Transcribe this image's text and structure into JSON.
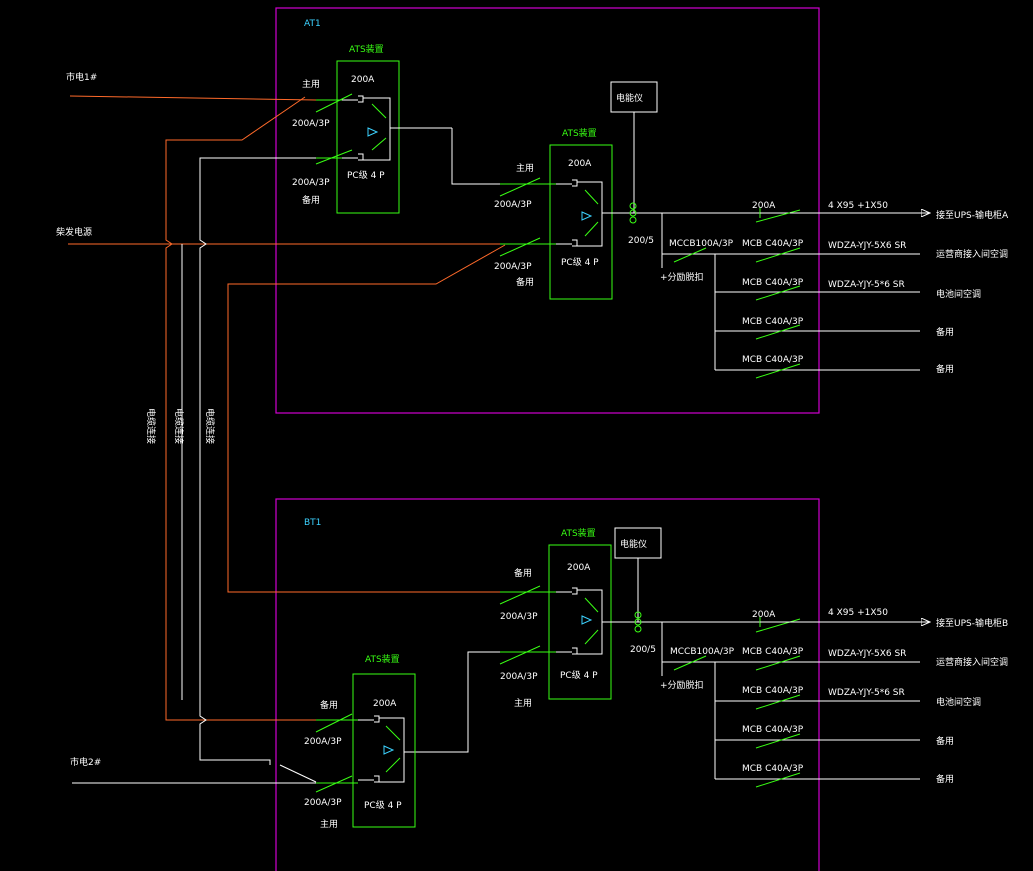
{
  "panels": [
    {
      "name": "AT1",
      "ats1": {
        "title": "ATS装置",
        "rating": "200A",
        "model": "PC级 4 P",
        "main_label": "主用",
        "backup_label": "备用",
        "main_breaker": "200A/3P",
        "backup_breaker": "200A/3P"
      },
      "ats2": {
        "title": "ATS装置",
        "rating": "200A",
        "model": "PC级 4 P",
        "main_label": "主用",
        "backup_label": "备用",
        "main_breaker": "200A/3P",
        "backup_breaker": "200A/3P"
      },
      "meter": "电能仪",
      "ct": "200/5",
      "mccb": "MCCB100A/3P",
      "spd": "+分励脱扣",
      "outgoing": [
        {
          "breaker": "200A",
          "cable": "4 X95 +1X50",
          "dest": "接至UPS-输电柜A"
        },
        {
          "breaker": "MCB C40A/3P",
          "cable": "WDZA-YJY-5X6 SR",
          "dest": "运营商接入间空调"
        },
        {
          "breaker": "MCB C40A/3P",
          "cable": "WDZA-YJY-5*6 SR",
          "dest": "电池间空调"
        },
        {
          "breaker": "MCB C40A/3P",
          "cable": "",
          "dest": "备用"
        },
        {
          "breaker": "MCB C40A/3P",
          "cable": "",
          "dest": "备用"
        }
      ]
    },
    {
      "name": "BT1",
      "ats1": {
        "title": "ATS装置",
        "rating": "200A",
        "model": "PC级 4 P",
        "main_label": "主用",
        "backup_label": "备用",
        "main_breaker": "200A/3P",
        "backup_breaker": "200A/3P"
      },
      "ats2": {
        "title": "ATS装置",
        "rating": "200A",
        "model": "PC级 4 P",
        "main_label": "主用",
        "backup_label": "备用",
        "main_breaker": "200A/3P",
        "backup_breaker": "200A/3P"
      },
      "meter": "电能仪",
      "ct": "200/5",
      "mccb": "MCCB100A/3P",
      "spd": "+分励脱扣",
      "outgoing": [
        {
          "breaker": "200A",
          "cable": "4 X95 +1X50",
          "dest": "接至UPS-输电柜B"
        },
        {
          "breaker": "MCB C40A/3P",
          "cable": "WDZA-YJY-5X6 SR",
          "dest": "运营商接入间空调"
        },
        {
          "breaker": "MCB C40A/3P",
          "cable": "WDZA-YJY-5*6 SR",
          "dest": "电池间空调"
        },
        {
          "breaker": "MCB C40A/3P",
          "cable": "",
          "dest": "备用"
        },
        {
          "breaker": "MCB C40A/3P",
          "cable": "",
          "dest": "备用"
        }
      ]
    }
  ],
  "sources": {
    "mains1": "市电1#",
    "generator": "柴发电源",
    "mains2": "市电2#"
  },
  "cable_labels": [
    "电缆连接",
    "电缆连接",
    "电缆连接"
  ],
  "colors": {
    "panel_border": "#d000d0",
    "orange": "#ff6a2a",
    "white": "#ffffff",
    "green": "#39ff14",
    "cyan": "#3cd2ff"
  }
}
